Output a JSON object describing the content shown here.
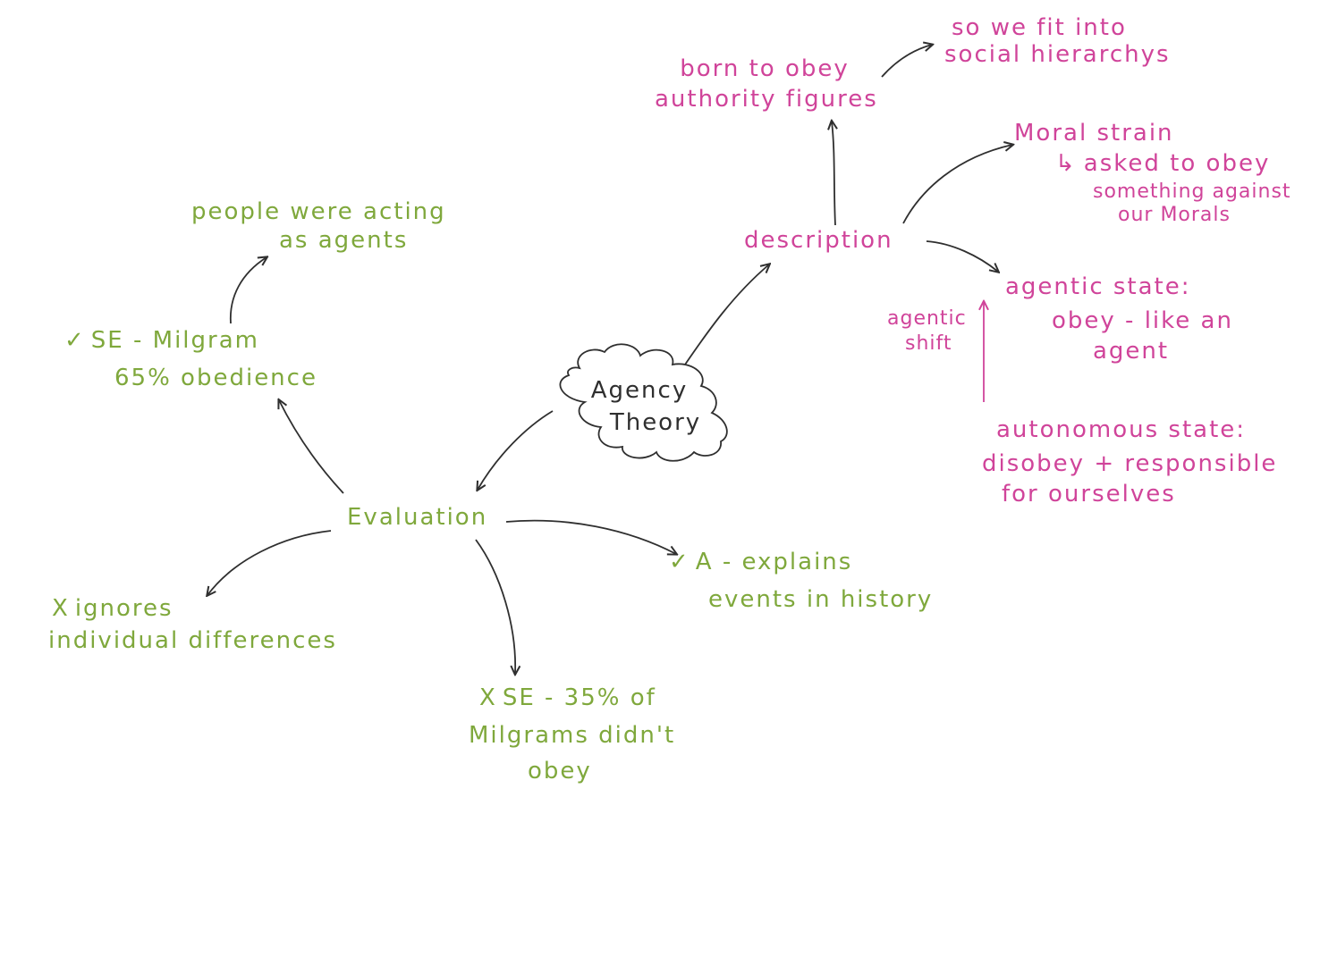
{
  "center": {
    "line1": "Agency",
    "line2": "Theory"
  },
  "description": {
    "label": "description",
    "born_to_obey": {
      "line1": "born to obey",
      "line2": "authority figures"
    },
    "social_hierarchy": {
      "line1": "so we fit into",
      "line2": "social hierarchys"
    },
    "moral_strain": {
      "title": "Moral strain",
      "line1": "asked to obey",
      "line2": "something against",
      "line3": "our Morals"
    },
    "agentic_state": {
      "line1": "agentic state:",
      "line2": "obey - like an",
      "line3": "agent"
    },
    "agentic_shift": {
      "line1": "agentic",
      "line2": "shift"
    },
    "autonomous_state": {
      "line1": "autonomous state:",
      "line2": "disobey + responsible",
      "line3": "for ourselves"
    }
  },
  "evaluation": {
    "label": "Evaluation",
    "se_milgram": {
      "mark": "✓",
      "line1": "SE - Milgram",
      "line2": "65% obedience"
    },
    "agents": {
      "line1": "people were acting",
      "line2": "as agents"
    },
    "ignores": {
      "mark": "X",
      "line1": "ignores",
      "line2": "individual differences"
    },
    "thirty_five": {
      "mark": "X",
      "line1": "SE - 35% of",
      "line2": "Milgrams didn't",
      "line3": "obey"
    },
    "explains": {
      "mark": "✓",
      "line1": "A - explains",
      "line2": "events in history"
    }
  },
  "colors": {
    "evaluation": "#7fa83c",
    "description": "#d0449a",
    "ink": "#2f2f2f"
  },
  "icons": {
    "moral_sub_arrow": "return-arrow-icon"
  }
}
